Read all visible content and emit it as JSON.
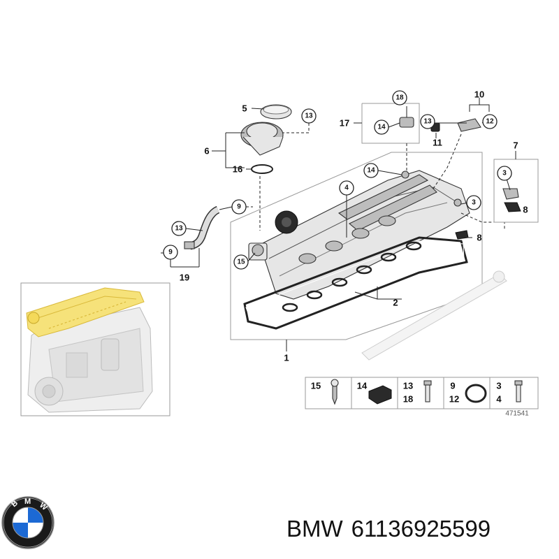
{
  "brand": {
    "name": "BMW",
    "part_number": "61136925599",
    "logo_colors": {
      "blue": "#1c69d4",
      "ring": "#1a1a1a",
      "white": "#ffffff"
    }
  },
  "diagram": {
    "drawing_number": "471541",
    "legend_rows": [
      "15",
      "14",
      "13",
      "18",
      "9",
      "12",
      "3",
      "4"
    ]
  },
  "colors": {
    "highlight": "#f6e27a",
    "line": "#222222",
    "part_fill": "#e6e6e6"
  }
}
